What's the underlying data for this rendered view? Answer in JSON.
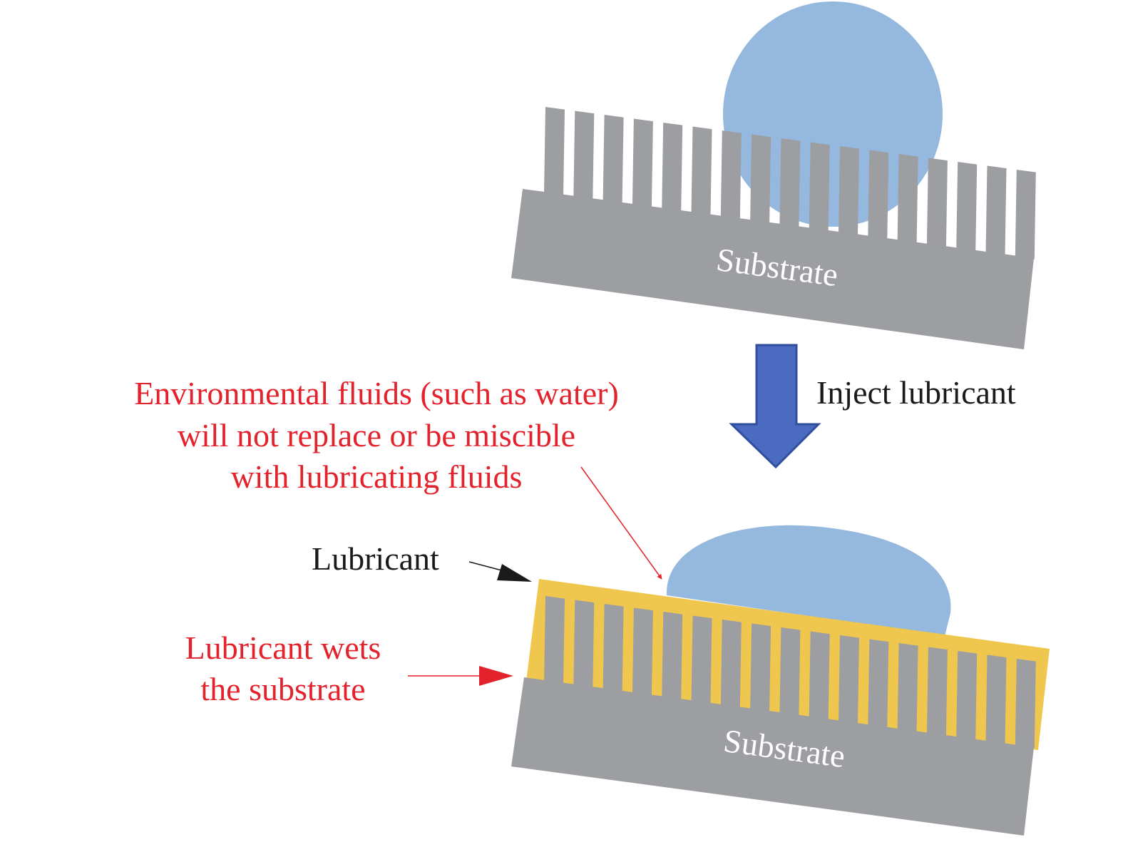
{
  "colors": {
    "substrate": "#9d9ea2",
    "water": "#94b8de",
    "lubricant": "#f0c74e",
    "arrow_blue": "#4a6bbf",
    "arrow_blue_edge": "#2f4f9e",
    "red_text": "#e3222c",
    "black_text": "#1a1a1a",
    "substrate_text": "#ffffff"
  },
  "top_panel": {
    "substrate_label": "Substrate"
  },
  "process": {
    "label": "Inject lubricant"
  },
  "bottom_panel": {
    "substrate_label": "Substrate",
    "lubricant_label": "Lubricant",
    "wets_label": {
      "line1": "Lubricant wets",
      "line2": "the substrate"
    },
    "env_label": {
      "line1": "Environmental fluids (such as water)",
      "line2": "will not replace or be miscible",
      "line3": "with lubricating fluids"
    }
  }
}
